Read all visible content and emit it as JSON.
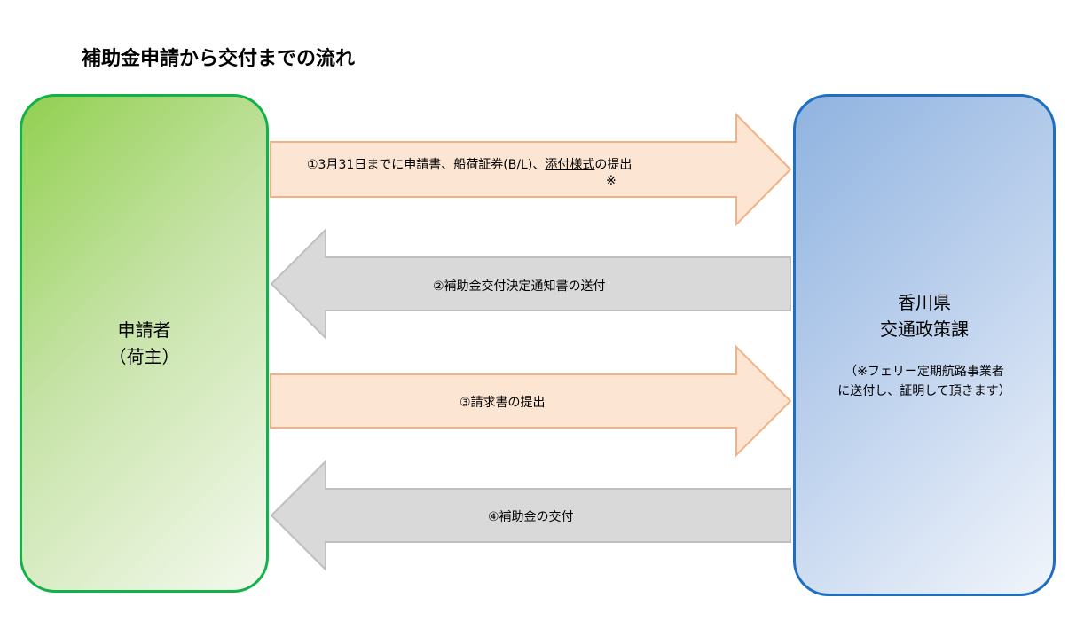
{
  "title": "補助金申請から交付までの流れ",
  "applicant": {
    "name": "申請者",
    "sub": "（荷主）"
  },
  "prefecture": {
    "name": "香川県",
    "dept": "交通政策課",
    "note_line1": "（※フェリー定期航路事業者",
    "note_line2": "に送付し、証明して頂きます）"
  },
  "steps": [
    {
      "label_before": "①3月31日までに申請書、船荷証券(B/L)、",
      "label_underlined": "添付様式",
      "label_after": "の提出",
      "note": "※",
      "direction": "right"
    },
    {
      "label": "②補助金交付決定通知書の送付",
      "direction": "left"
    },
    {
      "label": "③請求書の提出",
      "direction": "right"
    },
    {
      "label": "④補助金の交付",
      "direction": "left"
    }
  ],
  "colors": {
    "orange_fill": "#fde5d3",
    "orange_stroke": "#f4b183",
    "gray_fill": "#d9d9d9",
    "gray_stroke": "#bfbfbf",
    "green_border": "#12b24a",
    "blue_border": "#1f6fbe"
  }
}
